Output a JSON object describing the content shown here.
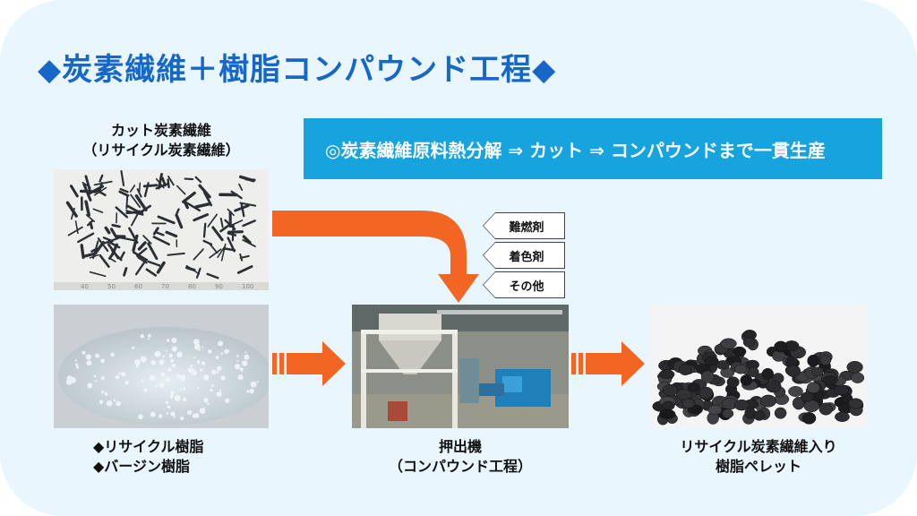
{
  "title": "◆炭素繊維＋樹脂コンパウンド工程◆",
  "banner": "◎炭素繊維原料熱分解 ⇒ カット ⇒ コンパウンドまで一貫生産",
  "cut_fiber": {
    "line1": "カット炭素繊維",
    "line2": "（リサイクル炭素繊維）"
  },
  "resin": {
    "line1": "◆リサイクル樹脂",
    "line2": "◆バージン樹脂"
  },
  "extruder": {
    "line1": "押出機",
    "line2": "（コンパウンド工程）"
  },
  "pellet": {
    "line1": "リサイクル炭素繊維入り",
    "line2": "樹脂ペレット"
  },
  "additives": [
    "難燃剤",
    "着色剤",
    "その他"
  ],
  "colors": {
    "title": "#1667c7",
    "banner": "#17a3de",
    "arrow": "#f26522",
    "background": "#e9f6fd"
  }
}
